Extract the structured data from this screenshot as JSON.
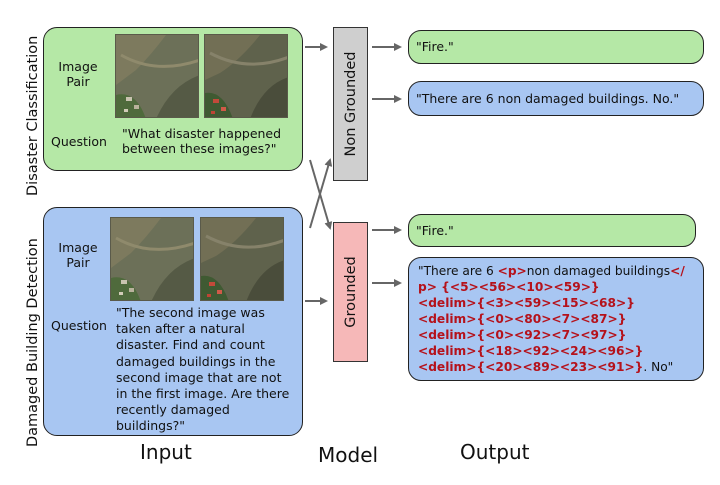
{
  "side_labels": {
    "top": "Disaster Classification",
    "bottom": "Damaged Building Detection"
  },
  "input_top": {
    "image_label": [
      "Image",
      "Pair"
    ],
    "question_label": "Question",
    "question_text": [
      "\"What disaster happened",
      "between these images?\""
    ]
  },
  "input_bottom": {
    "image_label": [
      "Image",
      "Pair"
    ],
    "question_label": "Question",
    "question_text": [
      "\"The second image was",
      "taken after a natural",
      "disaster. Find and count",
      "damaged buildings in the",
      "second image that are not",
      "in the first image. Are there",
      "recently damaged",
      "buildings?\""
    ]
  },
  "models": {
    "non_grounded": "Non Grounded",
    "grounded": "Grounded"
  },
  "outputs": {
    "non_grounded_1": "\"Fire.\"",
    "non_grounded_2": "\"There are 6 non damaged buildings. No.\"",
    "grounded_1": "\"Fire.\"",
    "grounded_2": {
      "line1_plain": "\"There are 6 ",
      "line1_tag": "<p>",
      "line1_text": "non damaged buildings",
      "line1_tag_end": "</",
      "line2_tag": "p>",
      "line2_box": " {<5><56><10><59>}",
      "line3": "<delim>{<3><59><15><68>}",
      "line4": "<delim>{<0><80><7><87>}",
      "line5": "<delim>{<0><92><7><97>}",
      "line6": "<delim>{<18><92><24><96>}",
      "line7_red": "<delim>{<20><89><23><91>}",
      "line7_plain": ". No\""
    }
  },
  "bottom_labels": {
    "input": "Input",
    "model": "Model",
    "output": "Output"
  },
  "colors": {
    "green": "#b5e8a6",
    "blue": "#a8c6f2",
    "gray": "#cfcfcf",
    "pink": "#f6b8b8",
    "token_red": "#b5121b",
    "arrow": "#666666"
  }
}
